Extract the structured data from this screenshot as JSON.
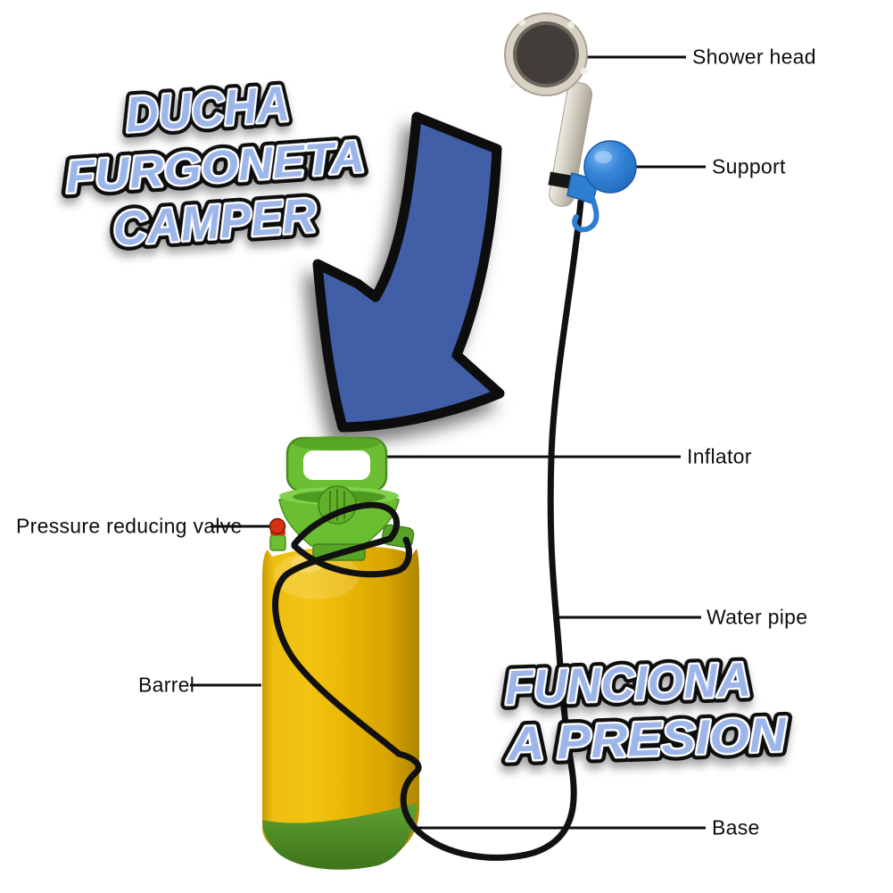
{
  "title": {
    "lines": [
      "DUCHA",
      "FURGONETA",
      "CAMPER"
    ]
  },
  "subtitle": {
    "lines": [
      "FUNCIONA",
      "A PRESION"
    ]
  },
  "labels": {
    "shower_head": "Shower head",
    "support": "Support",
    "inflator": "Inflator",
    "pressure_reducing_valve": "Pressure reducing valve",
    "water_pipe": "Water pipe",
    "barrel": "Barrel",
    "base": "Base"
  },
  "colors": {
    "background": "#ffffff",
    "headline_fill": "#9db6ea",
    "headline_outline": "#0b0b0b",
    "arrow_fill": "#3f5ea6",
    "tank_yellow": "#e9b807",
    "lid_green": "#6abf31",
    "base_green": "#538f2b",
    "support_blue": "#2e7fd2",
    "valve_red": "#d93014",
    "hose_black": "#111111",
    "label_text": "#0d0d0d"
  }
}
